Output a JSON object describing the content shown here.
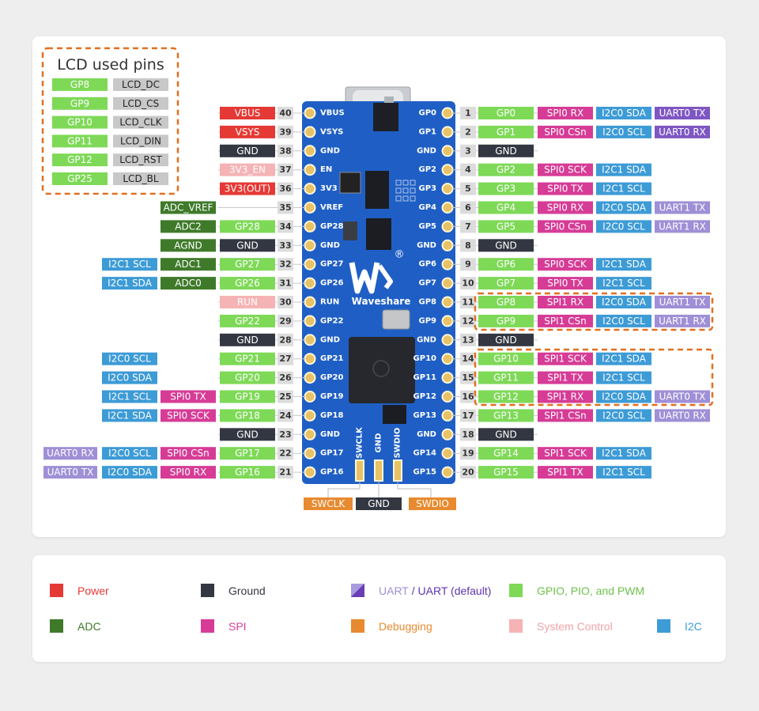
{
  "colors": {
    "power": "#e53935",
    "ground": "#333741",
    "uart": "#7e57c2",
    "uart_light": "#9f8fd6",
    "gpio": "#7ed957",
    "adc": "#3f7a2a",
    "spi": "#d63c96",
    "debug": "#e88a2f",
    "sysctl": "#f5b3b5",
    "i2c": "#3d9bd6",
    "board": "#1f5fc5",
    "dash": "#e07020",
    "lcd_func": "#c8c8c8",
    "pin_num": "#dcdcdc"
  },
  "lcd_box": {
    "title": "LCD used pins",
    "pins": [
      {
        "gp": "GP8",
        "func": "LCD_DC"
      },
      {
        "gp": "GP9",
        "func": "LCD_CS"
      },
      {
        "gp": "GP10",
        "func": "LCD_CLK"
      },
      {
        "gp": "GP11",
        "func": "LCD_DIN"
      },
      {
        "gp": "GP12",
        "func": "LCD_RST"
      },
      {
        "gp": "GP25",
        "func": "LCD_BL"
      }
    ]
  },
  "board": {
    "brand": "Waveshare",
    "registered": "®",
    "left_silk": [
      "VBUS",
      "VSYS",
      "GND",
      "EN",
      "3V3",
      "VREF",
      "GP28",
      "GND",
      "GP27",
      "GP26",
      "RUN",
      "GP22",
      "GND",
      "GP21",
      "GP20",
      "GP19",
      "GP18",
      "GND",
      "GP17",
      "GP16"
    ],
    "right_silk": [
      "GP0",
      "GP1",
      "GND",
      "GP2",
      "GP3",
      "GP4",
      "GP5",
      "GND",
      "GP6",
      "GP7",
      "GP8",
      "GP9",
      "GND",
      "GP10",
      "GP11",
      "GP12",
      "GP13",
      "GND",
      "GP14",
      "GP15"
    ],
    "bottom_silk": [
      "SWCLK",
      "GND",
      "SWDIO"
    ]
  },
  "left_pins": [
    {
      "num": "40",
      "labels": [
        {
          "t": "VBUS",
          "c": "power"
        }
      ]
    },
    {
      "num": "39",
      "labels": [
        {
          "t": "VSYS",
          "c": "power"
        }
      ]
    },
    {
      "num": "38",
      "labels": [
        {
          "t": "GND",
          "c": "ground"
        }
      ]
    },
    {
      "num": "37",
      "labels": [
        {
          "t": "3V3_EN",
          "c": "sysctl"
        }
      ]
    },
    {
      "num": "36",
      "labels": [
        {
          "t": "3V3(OUT)",
          "c": "power"
        }
      ]
    },
    {
      "num": "35",
      "labels": [
        {
          "t": "ADC_VREF",
          "c": "adc",
          "wide": true
        }
      ]
    },
    {
      "num": "34",
      "labels": [
        {
          "t": "GP28",
          "c": "gpio"
        },
        {
          "t": "ADC2",
          "c": "adc"
        }
      ]
    },
    {
      "num": "33",
      "labels": [
        {
          "t": "GND",
          "c": "ground"
        },
        {
          "t": "AGND",
          "c": "adc"
        }
      ]
    },
    {
      "num": "32",
      "labels": [
        {
          "t": "GP27",
          "c": "gpio"
        },
        {
          "t": "ADC1",
          "c": "adc"
        },
        {
          "t": "I2C1 SCL",
          "c": "i2c"
        }
      ]
    },
    {
      "num": "31",
      "labels": [
        {
          "t": "GP26",
          "c": "gpio"
        },
        {
          "t": "ADC0",
          "c": "adc"
        },
        {
          "t": "I2C1 SDA",
          "c": "i2c"
        }
      ]
    },
    {
      "num": "30",
      "labels": [
        {
          "t": "RUN",
          "c": "sysctl"
        }
      ]
    },
    {
      "num": "29",
      "labels": [
        {
          "t": "GP22",
          "c": "gpio"
        }
      ]
    },
    {
      "num": "28",
      "labels": [
        {
          "t": "GND",
          "c": "ground"
        }
      ]
    },
    {
      "num": "27",
      "labels": [
        {
          "t": "GP21",
          "c": "gpio"
        },
        {
          "t": "",
          "c": "none"
        },
        {
          "t": "I2C0 SCL",
          "c": "i2c"
        }
      ]
    },
    {
      "num": "26",
      "labels": [
        {
          "t": "GP20",
          "c": "gpio"
        },
        {
          "t": "",
          "c": "none"
        },
        {
          "t": "I2C0 SDA",
          "c": "i2c"
        }
      ]
    },
    {
      "num": "25",
      "labels": [
        {
          "t": "GP19",
          "c": "gpio"
        },
        {
          "t": "SPI0 TX",
          "c": "spi"
        },
        {
          "t": "I2C1 SCL",
          "c": "i2c"
        }
      ]
    },
    {
      "num": "24",
      "labels": [
        {
          "t": "GP18",
          "c": "gpio"
        },
        {
          "t": "SPI0 SCK",
          "c": "spi"
        },
        {
          "t": "I2C1 SDA",
          "c": "i2c"
        }
      ]
    },
    {
      "num": "23",
      "labels": [
        {
          "t": "GND",
          "c": "ground"
        }
      ]
    },
    {
      "num": "22",
      "labels": [
        {
          "t": "GP17",
          "c": "gpio"
        },
        {
          "t": "SPI0 CSn",
          "c": "spi"
        },
        {
          "t": "I2C0 SCL",
          "c": "i2c"
        },
        {
          "t": "UART0 RX",
          "c": "uart_light"
        }
      ]
    },
    {
      "num": "21",
      "labels": [
        {
          "t": "GP16",
          "c": "gpio"
        },
        {
          "t": "SPI0 RX",
          "c": "spi"
        },
        {
          "t": "I2C0 SDA",
          "c": "i2c"
        },
        {
          "t": "UART0 TX",
          "c": "uart_light"
        }
      ]
    }
  ],
  "right_pins": [
    {
      "num": "1",
      "labels": [
        {
          "t": "GP0",
          "c": "gpio"
        },
        {
          "t": "SPI0 RX",
          "c": "spi"
        },
        {
          "t": "I2C0 SDA",
          "c": "i2c"
        },
        {
          "t": "UART0 TX",
          "c": "uart"
        }
      ]
    },
    {
      "num": "2",
      "labels": [
        {
          "t": "GP1",
          "c": "gpio"
        },
        {
          "t": "SPI0 CSn",
          "c": "spi"
        },
        {
          "t": "I2C0 SCL",
          "c": "i2c"
        },
        {
          "t": "UART0 RX",
          "c": "uart"
        }
      ]
    },
    {
      "num": "3",
      "labels": [
        {
          "t": "GND",
          "c": "ground"
        }
      ]
    },
    {
      "num": "4",
      "labels": [
        {
          "t": "GP2",
          "c": "gpio"
        },
        {
          "t": "SPI0 SCK",
          "c": "spi"
        },
        {
          "t": "I2C1 SDA",
          "c": "i2c"
        }
      ]
    },
    {
      "num": "5",
      "labels": [
        {
          "t": "GP3",
          "c": "gpio"
        },
        {
          "t": "SPI0 TX",
          "c": "spi"
        },
        {
          "t": "I2C1 SCL",
          "c": "i2c"
        }
      ]
    },
    {
      "num": "6",
      "labels": [
        {
          "t": "GP4",
          "c": "gpio"
        },
        {
          "t": "SPI0 RX",
          "c": "spi"
        },
        {
          "t": "I2C0 SDA",
          "c": "i2c"
        },
        {
          "t": "UART1 TX",
          "c": "uart_light"
        }
      ]
    },
    {
      "num": "7",
      "labels": [
        {
          "t": "GP5",
          "c": "gpio"
        },
        {
          "t": "SPI0 CSn",
          "c": "spi"
        },
        {
          "t": "I2C0 SCL",
          "c": "i2c"
        },
        {
          "t": "UART1 RX",
          "c": "uart_light"
        }
      ]
    },
    {
      "num": "8",
      "labels": [
        {
          "t": "GND",
          "c": "ground"
        }
      ]
    },
    {
      "num": "9",
      "labels": [
        {
          "t": "GP6",
          "c": "gpio"
        },
        {
          "t": "SPI0 SCK",
          "c": "spi"
        },
        {
          "t": "I2C1 SDA",
          "c": "i2c"
        }
      ]
    },
    {
      "num": "10",
      "labels": [
        {
          "t": "GP7",
          "c": "gpio"
        },
        {
          "t": "SPI0 TX",
          "c": "spi"
        },
        {
          "t": "I2C1 SCL",
          "c": "i2c"
        }
      ]
    },
    {
      "num": "11",
      "labels": [
        {
          "t": "GP8",
          "c": "gpio"
        },
        {
          "t": "SPI1 RX",
          "c": "spi"
        },
        {
          "t": "I2C0 SDA",
          "c": "i2c"
        },
        {
          "t": "UART1 TX",
          "c": "uart_light"
        }
      ]
    },
    {
      "num": "12",
      "labels": [
        {
          "t": "GP9",
          "c": "gpio"
        },
        {
          "t": "SPI1 CSn",
          "c": "spi"
        },
        {
          "t": "I2C0 SCL",
          "c": "i2c"
        },
        {
          "t": "UART1 RX",
          "c": "uart_light"
        }
      ]
    },
    {
      "num": "13",
      "labels": [
        {
          "t": "GND",
          "c": "ground"
        }
      ]
    },
    {
      "num": "14",
      "labels": [
        {
          "t": "GP10",
          "c": "gpio"
        },
        {
          "t": "SPI1 SCK",
          "c": "spi"
        },
        {
          "t": "I2C1 SDA",
          "c": "i2c"
        }
      ]
    },
    {
      "num": "15",
      "labels": [
        {
          "t": "GP11",
          "c": "gpio"
        },
        {
          "t": "SPI1 TX",
          "c": "spi"
        },
        {
          "t": "I2C1 SCL",
          "c": "i2c"
        }
      ]
    },
    {
      "num": "16",
      "labels": [
        {
          "t": "GP12",
          "c": "gpio"
        },
        {
          "t": "SPI1 RX",
          "c": "spi"
        },
        {
          "t": "I2C0 SDA",
          "c": "i2c"
        },
        {
          "t": "UART0 TX",
          "c": "uart_light"
        }
      ]
    },
    {
      "num": "17",
      "labels": [
        {
          "t": "GP13",
          "c": "gpio"
        },
        {
          "t": "SPI1 CSn",
          "c": "spi"
        },
        {
          "t": "I2C0 SCL",
          "c": "i2c"
        },
        {
          "t": "UART0 RX",
          "c": "uart_light"
        }
      ]
    },
    {
      "num": "18",
      "labels": [
        {
          "t": "GND",
          "c": "ground"
        }
      ]
    },
    {
      "num": "19",
      "labels": [
        {
          "t": "GP14",
          "c": "gpio"
        },
        {
          "t": "SPI1 SCK",
          "c": "spi"
        },
        {
          "t": "I2C1 SDA",
          "c": "i2c"
        }
      ]
    },
    {
      "num": "20",
      "labels": [
        {
          "t": "GP15",
          "c": "gpio"
        },
        {
          "t": "SPI1 TX",
          "c": "spi"
        },
        {
          "t": "I2C1 SCL",
          "c": "i2c"
        }
      ]
    }
  ],
  "debug_labels": [
    {
      "t": "SWCLK",
      "c": "debug"
    },
    {
      "t": "GND",
      "c": "ground"
    },
    {
      "t": "SWDIO",
      "c": "debug"
    }
  ],
  "legend": {
    "power": "Power",
    "ground": "Ground",
    "uart": "UART",
    "uart_sep": " / ",
    "uart_default": "UART (default)",
    "gpio": "GPIO, PIO, and PWM",
    "adc": "ADC",
    "spi": "SPI",
    "debug": "Debugging",
    "sysctl": "System Control",
    "i2c": "I2C"
  }
}
